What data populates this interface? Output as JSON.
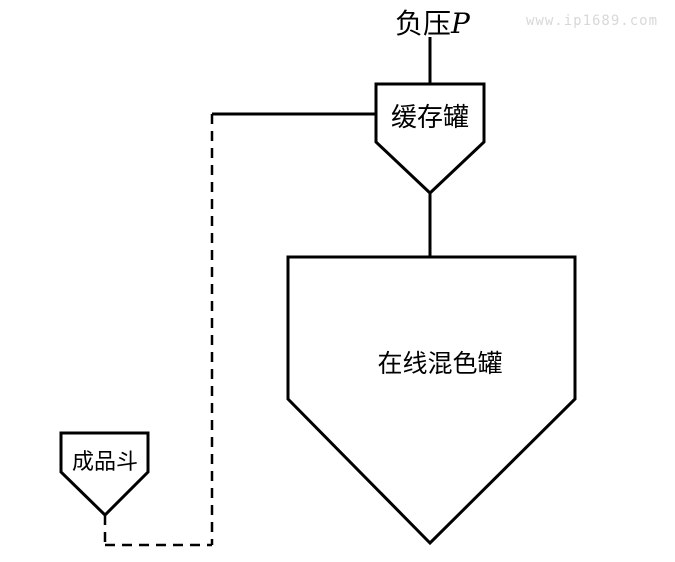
{
  "diagram": {
    "pressure_label": "负压",
    "pressure_symbol": "P",
    "buffer_tank_label": "缓存罐",
    "mixing_tank_label": "在线混色罐",
    "product_hopper_label": "成品斗"
  },
  "watermark": {
    "text": "www.ip1689.com"
  },
  "colors": {
    "stroke": "#000000",
    "background": "#ffffff",
    "watermark": "#d8d8d8"
  }
}
